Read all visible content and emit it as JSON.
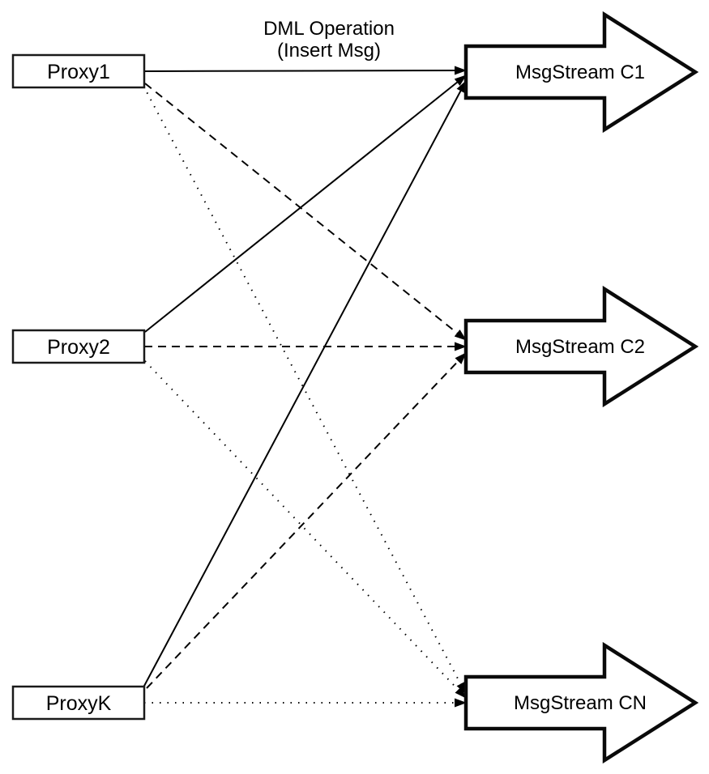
{
  "diagram": {
    "title_line1": "DML Operation",
    "title_line2": "(Insert Msg)",
    "proxies": [
      {
        "label": "Proxy1"
      },
      {
        "label": "Proxy2"
      },
      {
        "label": "ProxyK"
      }
    ],
    "streams": [
      {
        "label": "MsgStream C1"
      },
      {
        "label": "MsgStream C2"
      },
      {
        "label": "MsgStream CN"
      }
    ],
    "edges": [
      {
        "from": "Proxy1",
        "to": "MsgStream C1",
        "style": "solid"
      },
      {
        "from": "Proxy1",
        "to": "MsgStream C2",
        "style": "dashed"
      },
      {
        "from": "Proxy1",
        "to": "MsgStream CN",
        "style": "dotted"
      },
      {
        "from": "Proxy2",
        "to": "MsgStream C1",
        "style": "solid"
      },
      {
        "from": "Proxy2",
        "to": "MsgStream C2",
        "style": "dashed"
      },
      {
        "from": "Proxy2",
        "to": "MsgStream CN",
        "style": "dotted"
      },
      {
        "from": "ProxyK",
        "to": "MsgStream C1",
        "style": "solid"
      },
      {
        "from": "ProxyK",
        "to": "MsgStream C2",
        "style": "dashed"
      },
      {
        "from": "ProxyK",
        "to": "MsgStream CN",
        "style": "dotted"
      }
    ],
    "colors": {
      "line": "#000000",
      "shape_fill": "#ffffff",
      "shape_border": "#0a0a0a",
      "text": "#000000",
      "background": "#ffffff"
    }
  }
}
